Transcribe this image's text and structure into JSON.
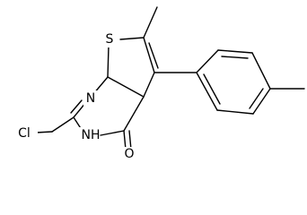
{
  "molecule": {
    "atom_labels": {
      "sulfur": "S",
      "nitrogen_ring": "N",
      "nitrogen_nh_n": "N",
      "nitrogen_nh_h": "H",
      "oxygen": "O",
      "chlorine": "Cl"
    },
    "colors": {
      "bond": "#000000",
      "label": "#000000",
      "background": "#ffffff"
    }
  }
}
